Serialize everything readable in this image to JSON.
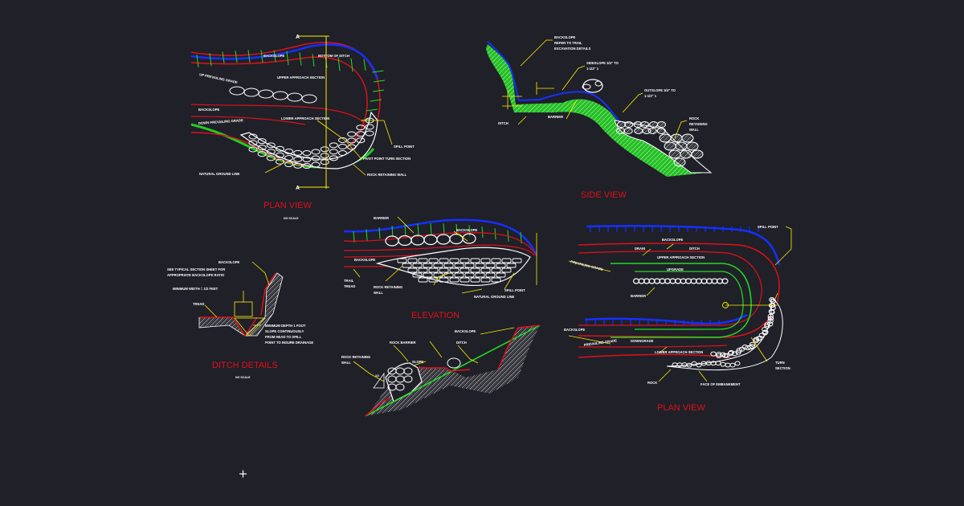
{
  "titles": {
    "plan_view_1": "PLAN VIEW",
    "side_view": "SIDE VIEW",
    "ditch_details": "DITCH DETAILS",
    "elevation": "ELEVATION",
    "plan_view_2": "PLAN VIEW"
  },
  "no_scale": "NO SCALE",
  "plan1": {
    "section_marker": "A",
    "backslope": "BACKSLOPE",
    "bottom_of_ditch": "BOTTOM OF DITCH",
    "up_grade": "UP PREVAILING GRADE",
    "upper_approach": "UPPER APPROACH SECTION",
    "backslope2": "BACKSLOPE",
    "down_grade": "DOWN PREVAILING GRADE",
    "lower_approach": "LOWER APPROACH SECTION",
    "spill_point": "SPILL POINT",
    "pivot_point": "PIVOT POINT TURN SECTION",
    "rock_wall": "ROCK RETAINING WALL",
    "natural_ground": "NATURAL GROUND LINE"
  },
  "side": {
    "backslope_note": "BACKSLOPE REFER TO TRAIL EXCAVATION DETAILS",
    "sideslope_note": "SIDESLOPE 3/4\" TO 1-1/2\" 1",
    "outslope_note": "OUTSLOPE 3/4\" TO 1-1/2\" 1",
    "rock_wall": "ROCK RETAINING WALL",
    "barrier": "BARRIER",
    "ditch": "DITCH"
  },
  "ditch": {
    "backslope": "BACKSLOPE",
    "see_typical": "SEE TYPICAL SECTION SHEET FOR APPROPRIATE BACKSLOPE RATIO",
    "min_width": "MINIMUM WIDTH = 1/2 FEET",
    "tread": "TREAD",
    "min_depth": "MINIMUM DEPTH 1 FOOT SLOPE CONTINUOUSLY FROM HEAD TO SPILL POINT TO INSURE DRAINAGE"
  },
  "elev": {
    "barrier": "BARRIER",
    "backslope": "BACKSLOPE",
    "backslope2": "BACKSLOPE",
    "trail_tread": "TRAIL TREAD",
    "rock_wall": "ROCK RETAINING WALL",
    "spill_point": "SPILL POINT",
    "natural_ground": "NATURAL GROUND LINE"
  },
  "section": {
    "backslope": "BACKSLOPE",
    "rock_barrier": "ROCK BARRIER",
    "ditch": "DITCH",
    "slope": "SLOPE",
    "rock_wall": "ROCK RETAINING WALL",
    "ratio": "1/2"
  },
  "plan2": {
    "spill_point": "SPILL POINT",
    "backslope": "BACKSLOPE",
    "drain": "DRAIN",
    "ditch": "DITCH",
    "upper_approach": "UPPER APPROACH SECTION",
    "up_grade": "PREVAILING GRADE",
    "upgrade": "UPGRADE",
    "barrier": "BARRIER",
    "backslope2": "BACKSLOPE",
    "down_grade": "PREVAILING GRADE",
    "downgrade": "DOWNGRADE",
    "lower_approach": "LOWER APPROACH SECTION",
    "turn_section": "TURN SECTION",
    "rock": "ROCK",
    "face_of_embankment": "FACE OF EMBANKMENT"
  },
  "colors": {
    "background": "#1f2028",
    "title": "#e0101a",
    "backslope_line": "#1530ff",
    "edge_line": "#e0101a",
    "hatch": "#22dd22",
    "leader": "#ffee00",
    "rock": "#ffffff"
  },
  "cursor_icon": "crosshair-icon"
}
